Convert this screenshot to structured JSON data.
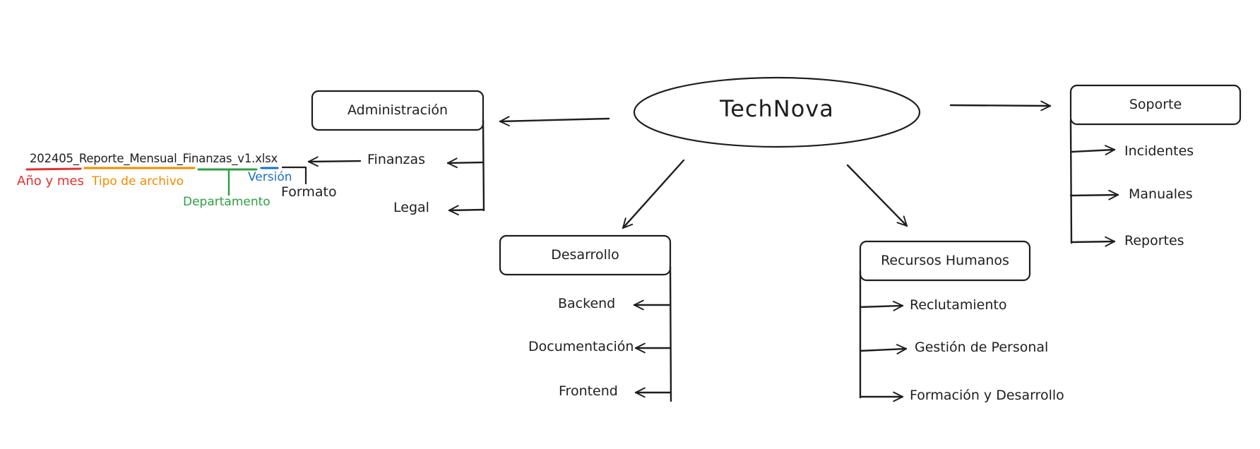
{
  "diagram": {
    "center": "TechNova",
    "administracion": {
      "label": "Administración",
      "children": [
        "Finanzas",
        "Legal"
      ]
    },
    "desarrollo": {
      "label": "Desarrollo",
      "children": [
        "Backend",
        "Documentación",
        "Frontend"
      ]
    },
    "recursos_humanos": {
      "label": "Recursos Humanos",
      "children": [
        "Reclutamiento",
        "Gestión de Personal",
        "Formación y Desarrollo"
      ]
    },
    "soporte": {
      "label": "Soporte",
      "children": [
        "Incidentes",
        "Manuales",
        "Reportes"
      ]
    },
    "naming": {
      "filename": "202405_Reporte_Mensual_Finanzas_v1.xlsx",
      "parts": [
        {
          "label": "Año y mes",
          "color": "#e03131"
        },
        {
          "label": "Tipo de archivo",
          "color": "#f08c00"
        },
        {
          "label": "Departamento",
          "color": "#2f9e44"
        },
        {
          "label": "Versión",
          "color": "#1971c2"
        },
        {
          "label": "Formato",
          "color": "#1e1e1e"
        }
      ]
    }
  }
}
